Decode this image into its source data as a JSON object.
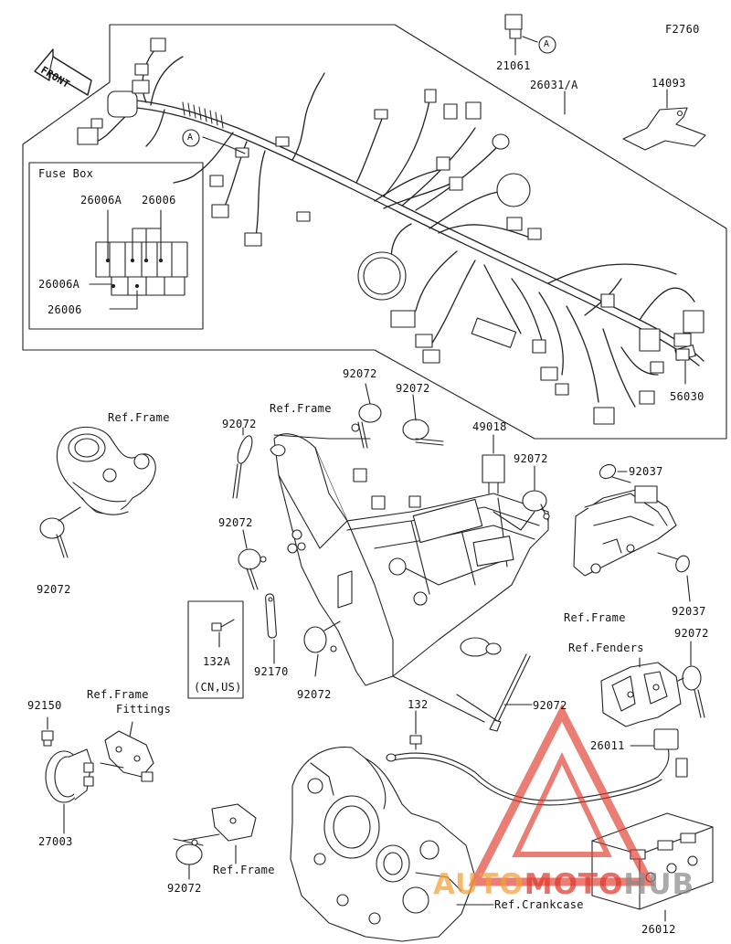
{
  "figure_code": "F2760",
  "front_label": "FRONT",
  "fuse_box": {
    "title": "Fuse Box",
    "labels": [
      "26006A",
      "26006",
      "26006A",
      "26006"
    ]
  },
  "callout_A": "A",
  "parts": {
    "p21061": "21061",
    "p26031A": "26031/A",
    "p14093": "14093",
    "p56030": "56030",
    "p49018": "49018",
    "p92037a": "92037",
    "p92037b": "92037",
    "p92072": "92072",
    "p132A": "132A",
    "p132A_note": "(CN,US)",
    "p92170": "92170",
    "p92150": "92150",
    "p27003": "27003",
    "p132": "132",
    "p26011": "26011",
    "p26012": "26012"
  },
  "refs": {
    "frame": "Ref.Frame",
    "frame_fittings_1": "Ref.Frame",
    "frame_fittings_2": "Fittings",
    "fenders": "Ref.Fenders",
    "crankcase": "Ref.Crankcase"
  },
  "watermark": {
    "part1": "AUTO",
    "part2": "MOTO",
    "part3": "HUB",
    "color_red": "#e0392b",
    "color_orange": "#f2a03a",
    "color_gray": "#8a8a8a"
  }
}
